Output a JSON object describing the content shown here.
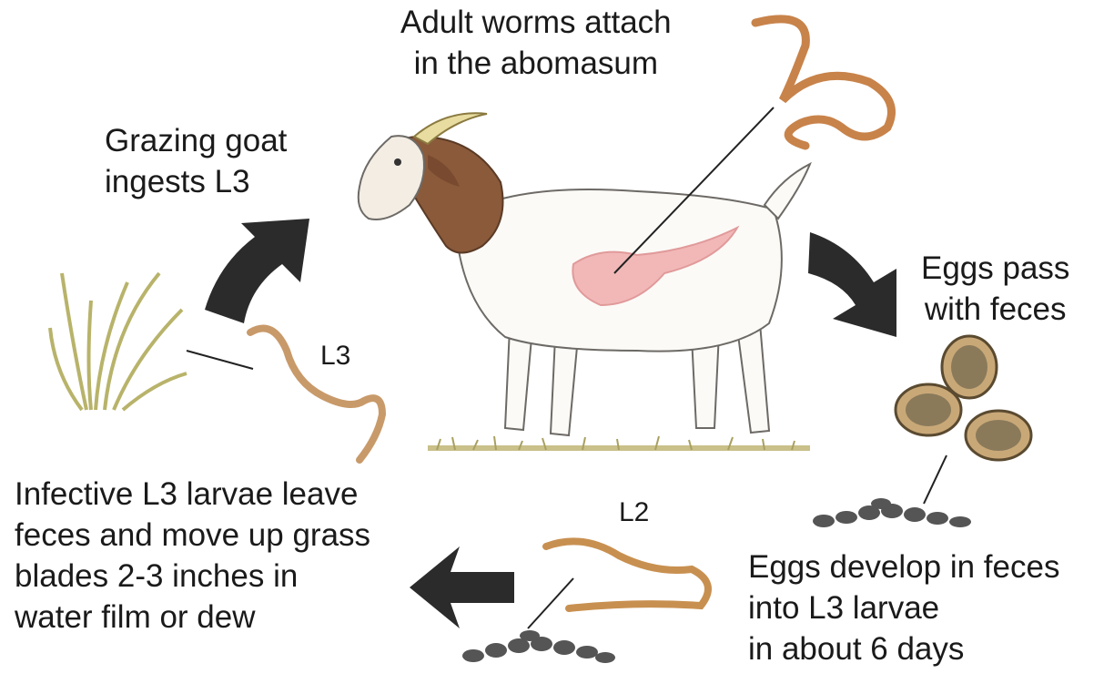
{
  "diagram": {
    "labels": {
      "adult_worms": [
        "Adult worms attach",
        "in the abomasum"
      ],
      "grazing": [
        "Grazing goat",
        "ingests L3"
      ],
      "eggs_pass": [
        "Eggs pass",
        "with feces"
      ],
      "eggs_develop": [
        "Eggs develop in feces",
        "into L3 larvae",
        "in about 6 days"
      ],
      "infective": [
        "Infective L3 larvae leave",
        "feces and move up grass",
        "blades 2-3 inches in",
        "water film or dew"
      ],
      "l3": "L3",
      "l2": "L2"
    },
    "colors": {
      "arrow": "#2b2b2b",
      "goat_brown": "#8a5a3a",
      "worm": "#c8834a",
      "abomasum": "#f2b8b8",
      "grass": "#b8b36a",
      "feces": "#555555"
    }
  }
}
